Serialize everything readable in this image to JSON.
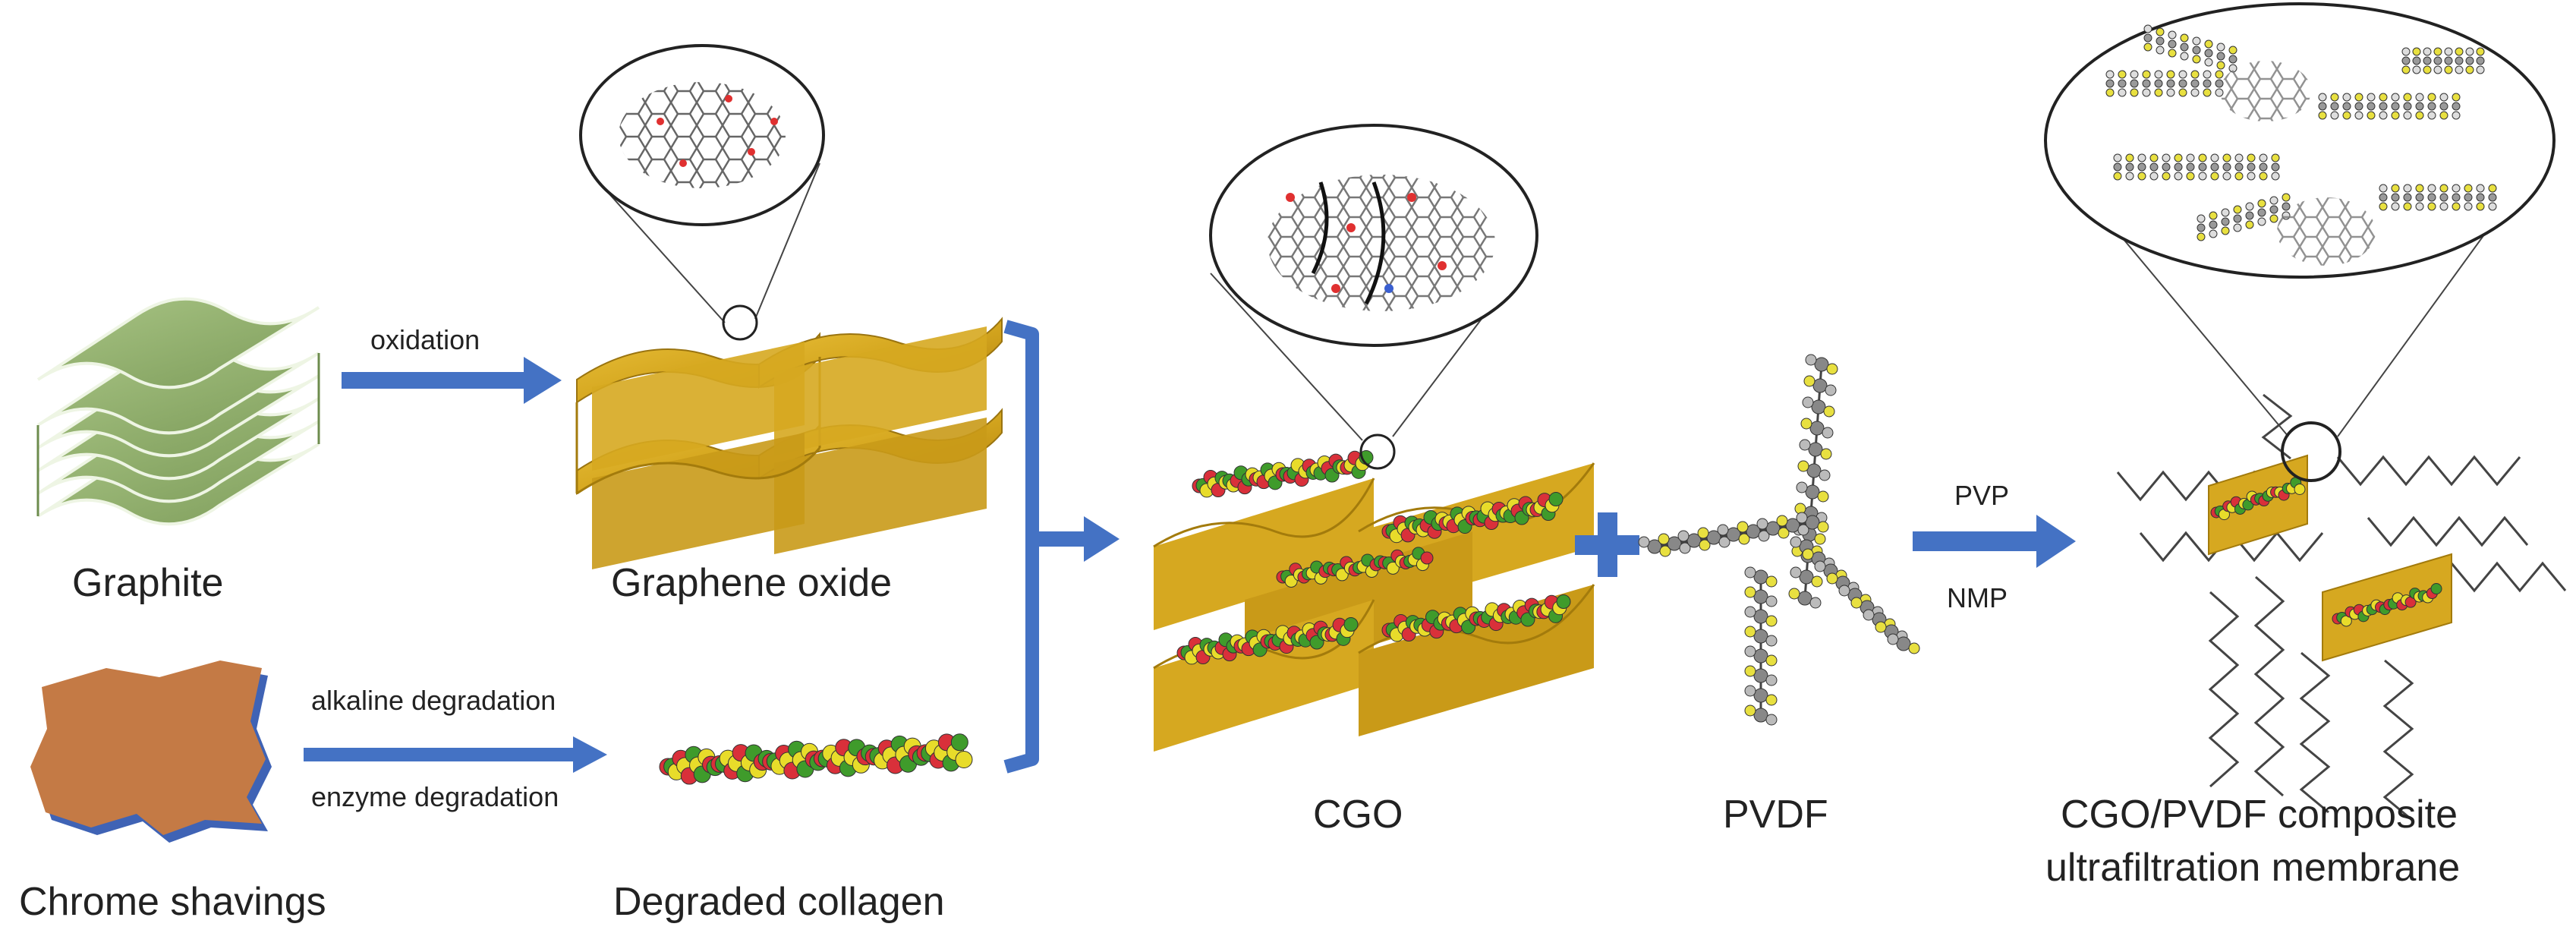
{
  "labels": {
    "graphite": "Graphite",
    "graphene_oxide": "Graphene oxide",
    "chrome_shavings": "Chrome shavings",
    "degraded_collagen": "Degraded collagen",
    "cgo": "CGO",
    "pvdf": "PVDF",
    "membrane_line1": "CGO/PVDF composite",
    "membrane_line2": "ultrafiltration membrane"
  },
  "arrows": {
    "oxidation": "oxidation",
    "alkaline": "alkaline degradation",
    "enzyme": "enzyme degradation",
    "pvp": "PVP",
    "nmp": "NMP"
  },
  "colors": {
    "graphite": "#8fae6a",
    "graphite_edge": "#5f7d45",
    "gold": "#d6a820",
    "gold_dark": "#a37b0c",
    "chrome": "#c47a45",
    "chrome_edge": "#3f63b5",
    "arrow": "#4472c4",
    "collagen_red": "#d9303a",
    "collagen_green": "#3f9b2b",
    "collagen_yellow": "#e8dc2a",
    "molecule": "#555555",
    "pvdf_fluorine": "#e8e040",
    "pvdf_chain": "#bbbbbb"
  }
}
